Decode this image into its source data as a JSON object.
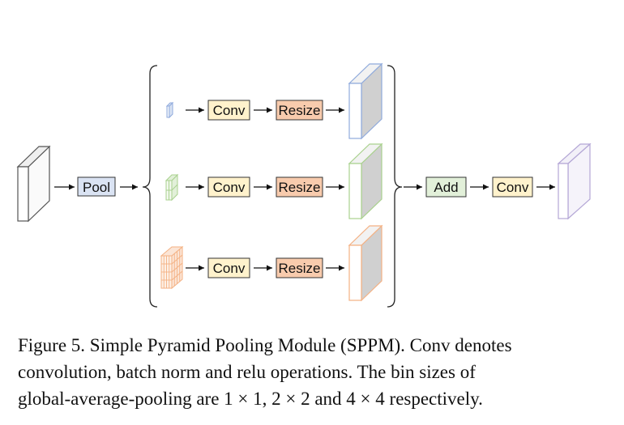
{
  "diagram": {
    "pool": "Pool",
    "conv": "Conv",
    "resize": "Resize",
    "add": "Add",
    "final_conv": "Conv"
  },
  "colors": {
    "pool_box": "#dae3f3",
    "conv_box": "#fff2cc",
    "resize_box": "#f8cbad",
    "add_box": "#e2f0d9",
    "branch_small": "#8faadc",
    "branch_medium": "#a9d18e",
    "branch_large": "#f4b183",
    "output": "#b4a7d6"
  },
  "caption": {
    "line1": "Figure 5. Simple Pyramid Pooling Module (SPPM). Conv denotes",
    "line2": "convolution, batch norm and relu operations.  The bin sizes of",
    "line3": "global-average-pooling are 1 × 1, 2 × 2 and 4 × 4 respectively."
  }
}
